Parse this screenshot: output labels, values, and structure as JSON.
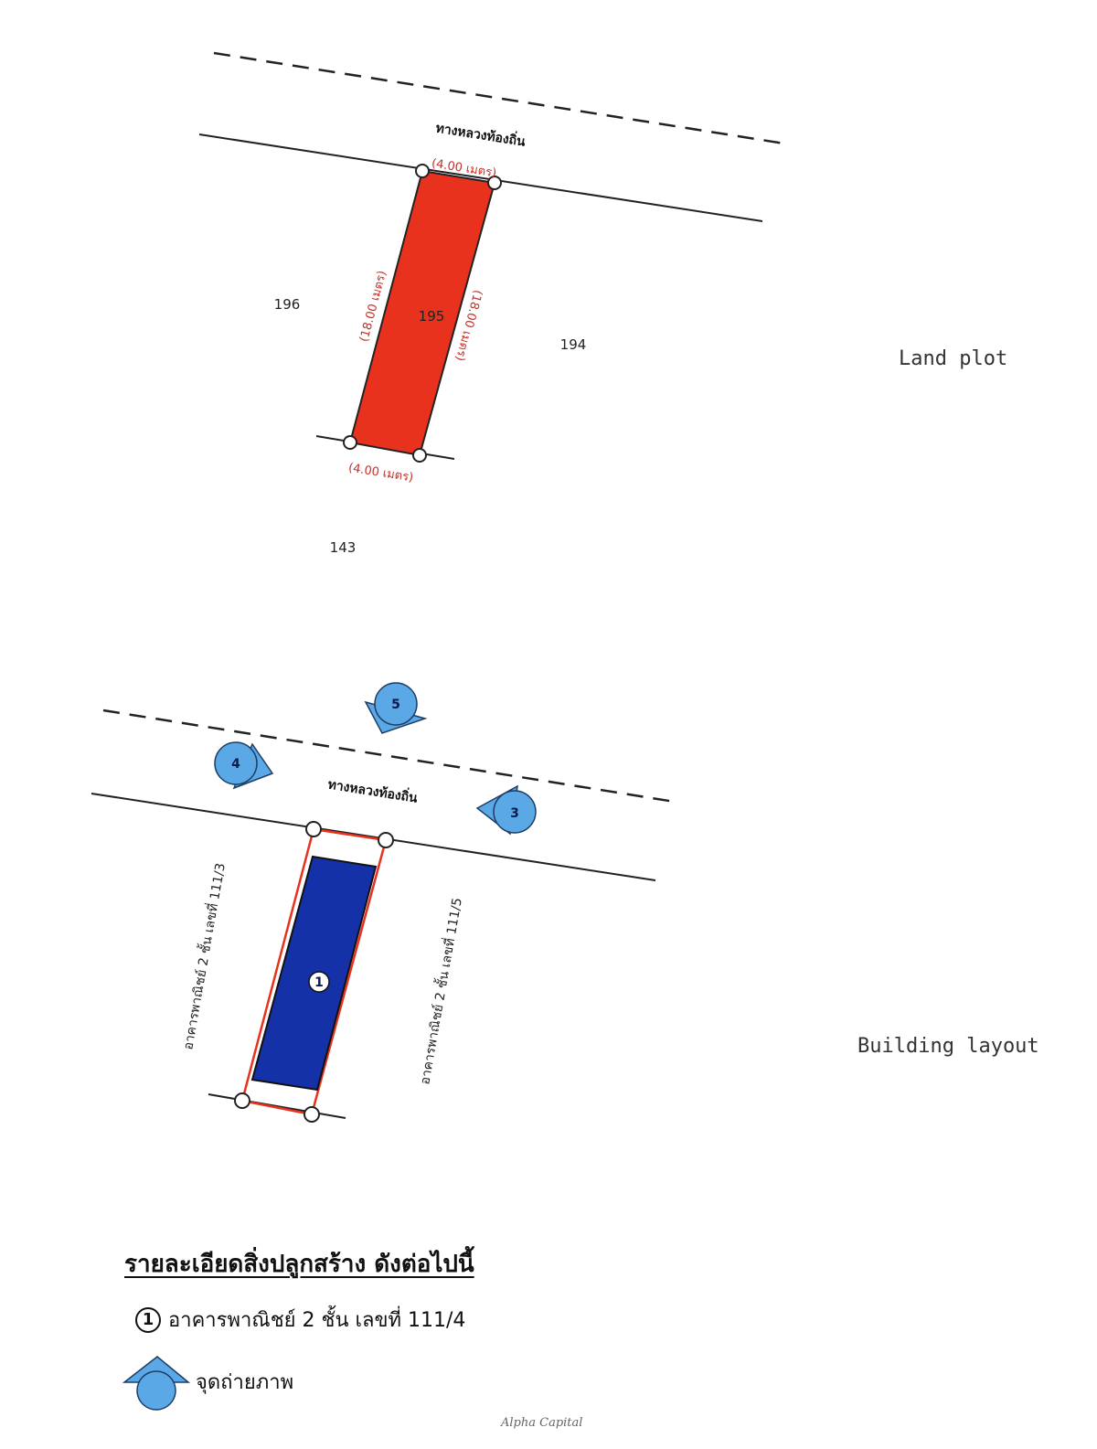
{
  "land_plot": {
    "road_name": "ทางหลวงท้องถิ่น",
    "frontage_top": "(4.00 เมตร)",
    "frontage_bottom": "(4.00 เมตร)",
    "side_left": "(18.00 เมตร)",
    "side_right": "(18.00 เมตร)",
    "parcel_center": "195",
    "parcel_left": "196",
    "parcel_right": "194",
    "parcel_below": "143",
    "section_label": "Land plot",
    "plot_color": "#e8321e"
  },
  "building_layout": {
    "road_name": "ทางหลวงท้องถิ่น",
    "neighbor_left": "อาคารพาณิชย์ 2 ชั้น เลขที่ 111/3",
    "neighbor_right": "อาคารพาณิชย์ 2 ชั้น เลขที่ 111/5",
    "building_number": "1",
    "photo_points": [
      "3",
      "4",
      "5"
    ],
    "section_label": "Building layout",
    "building_color": "#1431a8",
    "marker_color": "#5aa9e6"
  },
  "legend": {
    "title": "รายละเอียดสิ่งปลูกสร้าง ดังต่อไปนี้",
    "item_number": "1",
    "item_text": "อาคารพาณิชย์ 2 ชั้น เลขที่ 111/4",
    "photo_point_text": "จุดถ่ายภาพ"
  },
  "watermark": "Alpha Capital"
}
